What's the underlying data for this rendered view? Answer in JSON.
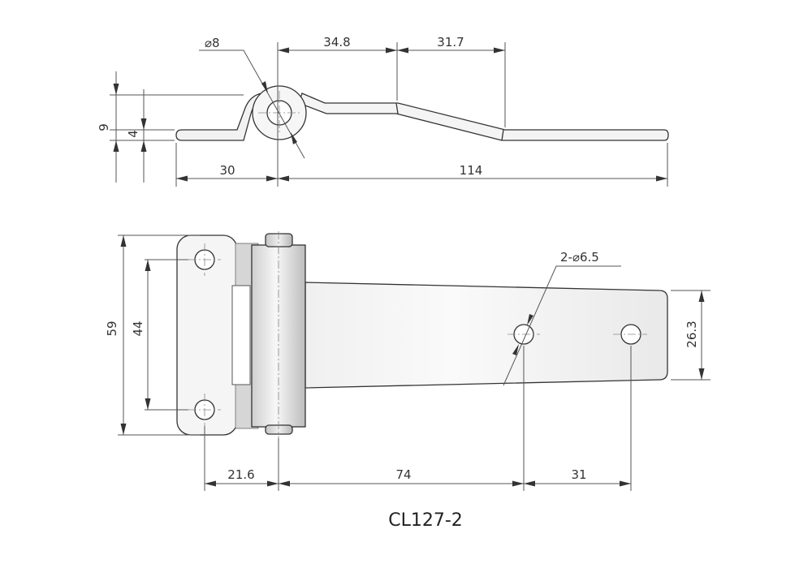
{
  "title": "CL127-2",
  "dimensions": {
    "pin_diameter": "⌀8",
    "bend_length_1": "34.8",
    "bend_length_2": "31.7",
    "height_total": "9",
    "height_offset": "4",
    "short_leaf_length": "30",
    "long_leaf_length": "114",
    "hole_spec": "2-⌀6.5",
    "plate_height": "59",
    "hole_spacing_vertical": "44",
    "leaf_width": "26.3",
    "hole_offset_left": "21.6",
    "hole_spacing_1": "74",
    "hole_spacing_2": "31"
  },
  "colors": {
    "line": "#555555",
    "part_fill": "#f4f4f4",
    "part_shade": "#d9d9d9",
    "text": "#333333"
  }
}
